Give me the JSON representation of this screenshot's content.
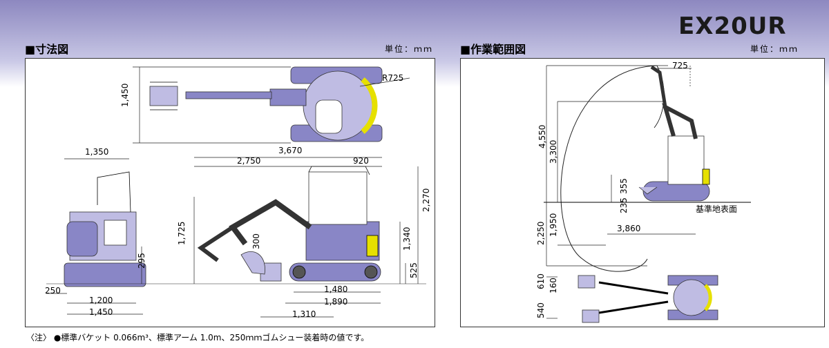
{
  "model": "EX20UR",
  "dimension_section": {
    "title": "■寸法図",
    "unit": "単位：ｍｍ",
    "labels": {
      "tail_radius": "R725",
      "top_width": "1,450",
      "overall_length": "3,670",
      "reach_len": "2,750",
      "upper_rear": "920",
      "cab_width": "1,350",
      "overall_height": "2,270",
      "arm_height": "1,725",
      "upper_height": "1,340",
      "bucket_drop": "300",
      "ground_clear": "295",
      "track_height": "525",
      "shoe_width": "250",
      "track_gauge": "1,200",
      "track_width": "1,450",
      "tumbler_dist": "1,480",
      "track_length": "1,890",
      "counter_dist": "1,310"
    }
  },
  "range_section": {
    "title": "■作業範囲図",
    "unit": "単位：ｍｍ",
    "ground_label": "基準地表面",
    "labels": {
      "top_offset": "725",
      "max_height": "4,550",
      "dump_height": "3,300",
      "blade_raise": "355",
      "blade_lower": "235",
      "max_depth": "2,250",
      "vert_wall_depth": "1,950",
      "max_reach": "3,860",
      "swing_right": "610",
      "offset_a": "160",
      "swing_left": "540"
    }
  },
  "note": "〈注〉 ●標準バケット 0.066m³、標準アーム 1.0m、250ｍｍゴムシュー装着時の値です。",
  "colors": {
    "body": "#8986c6",
    "dark": "#2a2850",
    "accent": "#e6e000",
    "header": "#8d88c0"
  }
}
